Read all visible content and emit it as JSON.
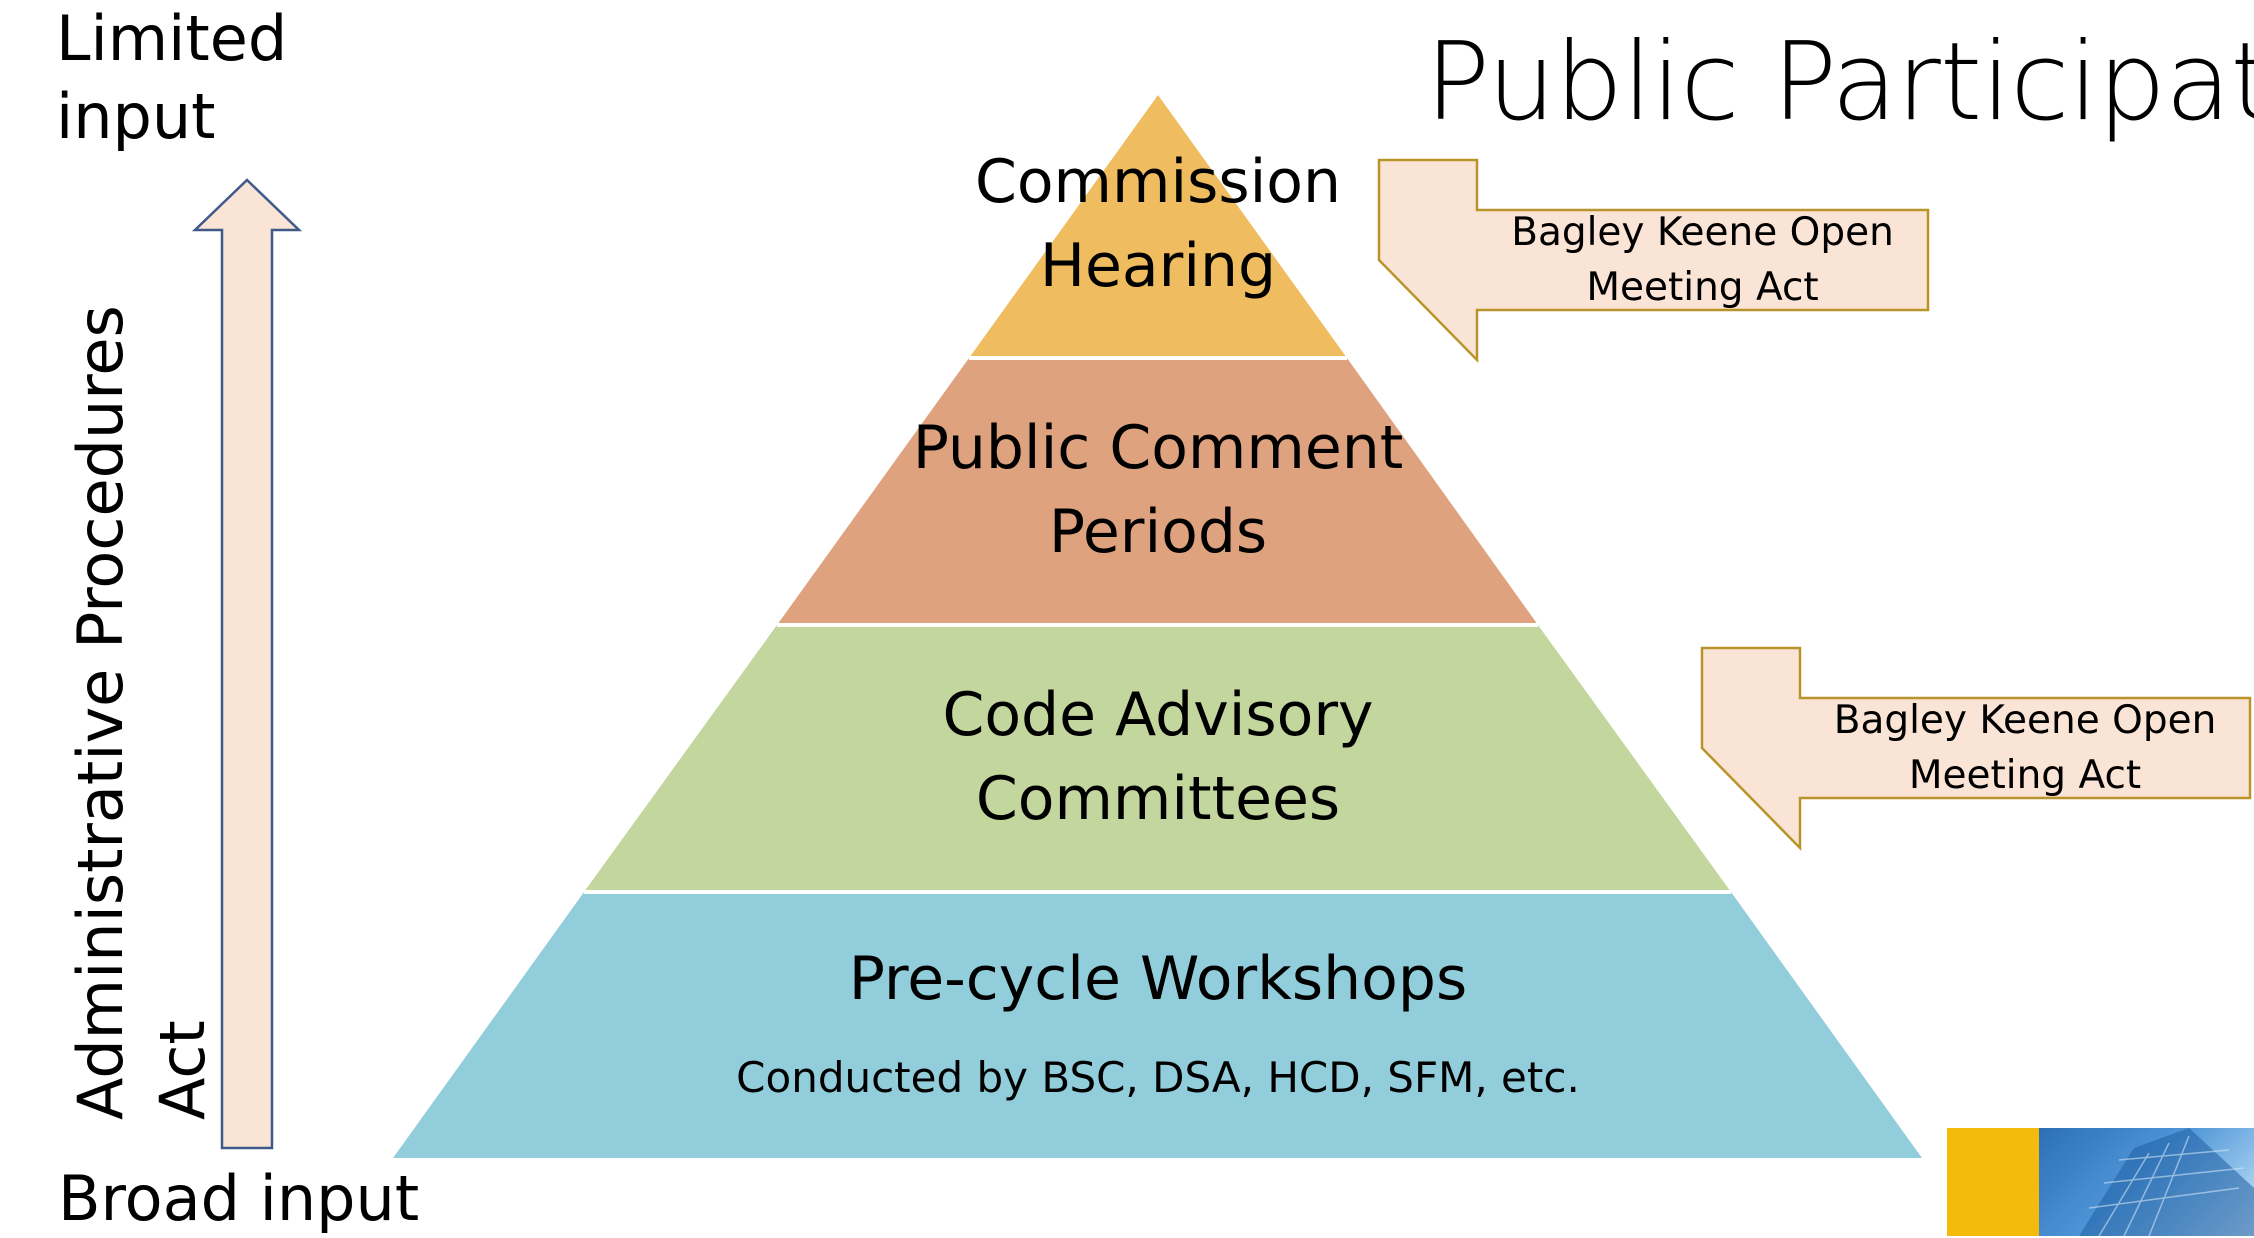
{
  "title": "Public Participatio",
  "vertical_axis": {
    "top_label": "Limited input",
    "top_label_lines": [
      "Limited",
      "input"
    ],
    "bottom_label": "Broad input",
    "side_label_lines": [
      "Administrative Procedures",
      "Act"
    ]
  },
  "pyramid": {
    "tiers": [
      {
        "lines": [
          "Commission",
          "Hearing"
        ],
        "color": "#efbd5f"
      },
      {
        "lines": [
          "Public Comment",
          "Periods"
        ],
        "color": "#dfa27e"
      },
      {
        "lines": [
          "Code Advisory",
          "Committees"
        ],
        "color": "#c3d69d"
      },
      {
        "lines": [
          "Pre-cycle Workshops"
        ],
        "sub": "Conducted by BSC, DSA, HCD, SFM, etc.",
        "color": "#92cddb"
      }
    ]
  },
  "callouts": [
    {
      "lines": [
        "Bagley Keene Open",
        "Meeting Act"
      ],
      "fill": "#fae4d6",
      "stroke": "#b8942a"
    },
    {
      "lines": [
        "Bagley Keene Open",
        "Meeting Act"
      ],
      "fill": "#fae4d6",
      "stroke": "#b8942a"
    }
  ],
  "colors": {
    "vertical_arrow_fill": "#fae4d6",
    "vertical_arrow_stroke": "#3f5a8a",
    "tier_separator": "#ffffff"
  },
  "decor": {
    "corner_image": "building-photo-thumbnail"
  }
}
